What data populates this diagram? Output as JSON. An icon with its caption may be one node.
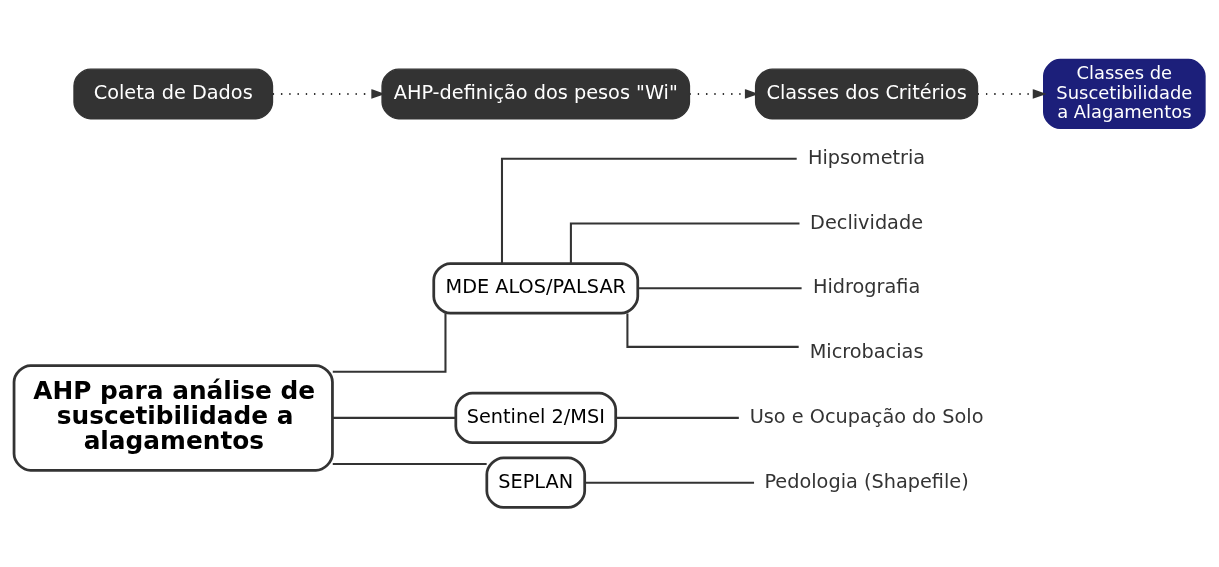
{
  "diagram": {
    "nodes": [
      {
        "text": [
          "AHP para análise de suscetibilidade a alagamentos"
        ]
      },
      {
        "text": [
          "MDE ALOS/PALSAR"
        ]
      },
      {
        "text": [
          "Hipsometria"
        ]
      },
      {
        "text": [
          "Declividade"
        ]
      },
      {
        "text": [
          "Hidrografia"
        ]
      },
      {
        "text": [
          "Microbacias"
        ]
      },
      {
        "text": [
          "Sentinel 2/MSI"
        ]
      },
      {
        "text": [
          "Uso e Ocupação do Solo"
        ]
      },
      {
        "text": [
          "SEPLAN"
        ]
      },
      {
        "text": [
          "Pedologia (Shapefile)"
        ]
      },
      {
        "text": [
          "Coleta de Dados"
        ]
      },
      {
        "text": [
          "AHP-definição dos pesos \"Wi\""
        ]
      },
      {
        "text": [
          "Classes dos Critérios"
        ]
      },
      {
        "text": [
          "Classes de Suscetibilidade a Alagamentos"
        ]
      }
    ],
    "edges": [
      {
        "from": 0,
        "to": 1,
        "arrow": "none"
      },
      {
        "from": 0,
        "to": 6,
        "arrow": "none"
      },
      {
        "from": 0,
        "to": 8,
        "arrow": "none"
      },
      {
        "from": 1,
        "to": 2,
        "arrow": "none"
      },
      {
        "from": 1,
        "to": 3,
        "arrow": "none"
      },
      {
        "from": 1,
        "to": 4,
        "arrow": "none"
      },
      {
        "from": 1,
        "to": 5,
        "arrow": "none"
      },
      {
        "from": 6,
        "to": 7,
        "arrow": "none"
      },
      {
        "from": 8,
        "to": 9,
        "arrow": "none"
      },
      {
        "from": 10,
        "to": 11,
        "arrow": "to",
        "style": "dashed"
      },
      {
        "from": 11,
        "to": 12,
        "arrow": "to",
        "style": "dashed"
      },
      {
        "from": 12,
        "to": 13,
        "arrow": "to",
        "style": "dashed"
      }
    ]
  }
}
